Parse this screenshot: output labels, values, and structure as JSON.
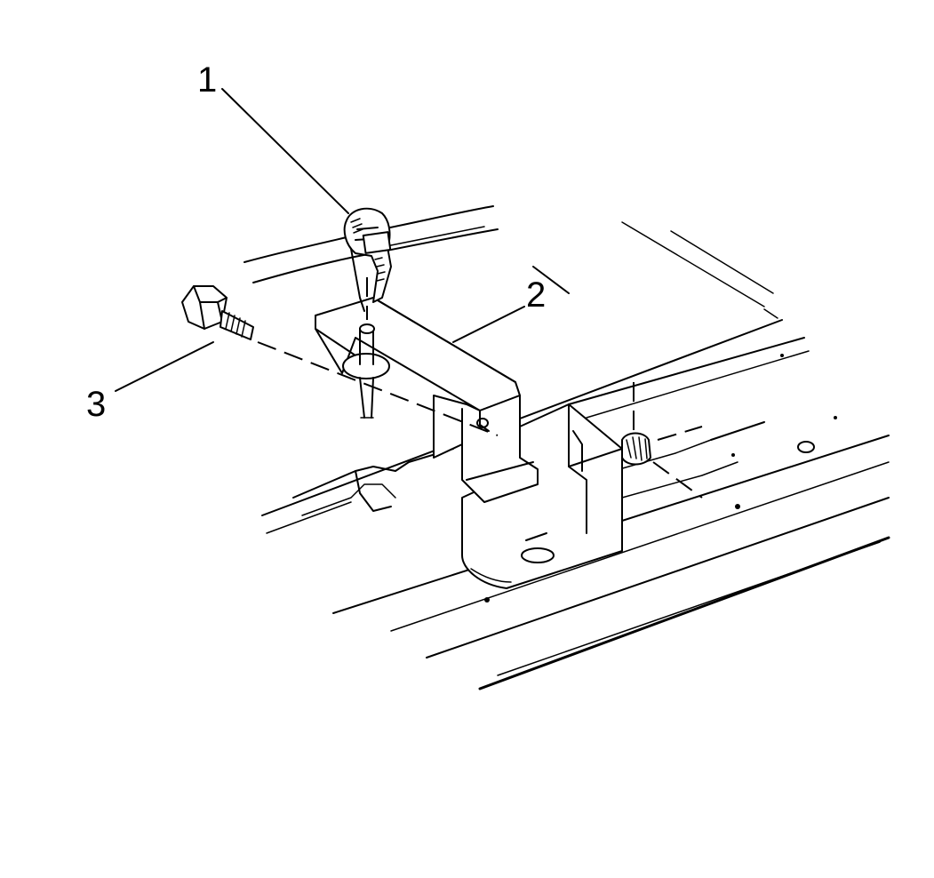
{
  "callouts": [
    {
      "id": "1",
      "label": "1",
      "part": "tie-strap"
    },
    {
      "id": "2",
      "label": "2",
      "part": "bracket"
    },
    {
      "id": "3",
      "label": "3",
      "part": "bolt"
    }
  ],
  "colors": {
    "ink": "#000000",
    "paper": "#ffffff"
  }
}
